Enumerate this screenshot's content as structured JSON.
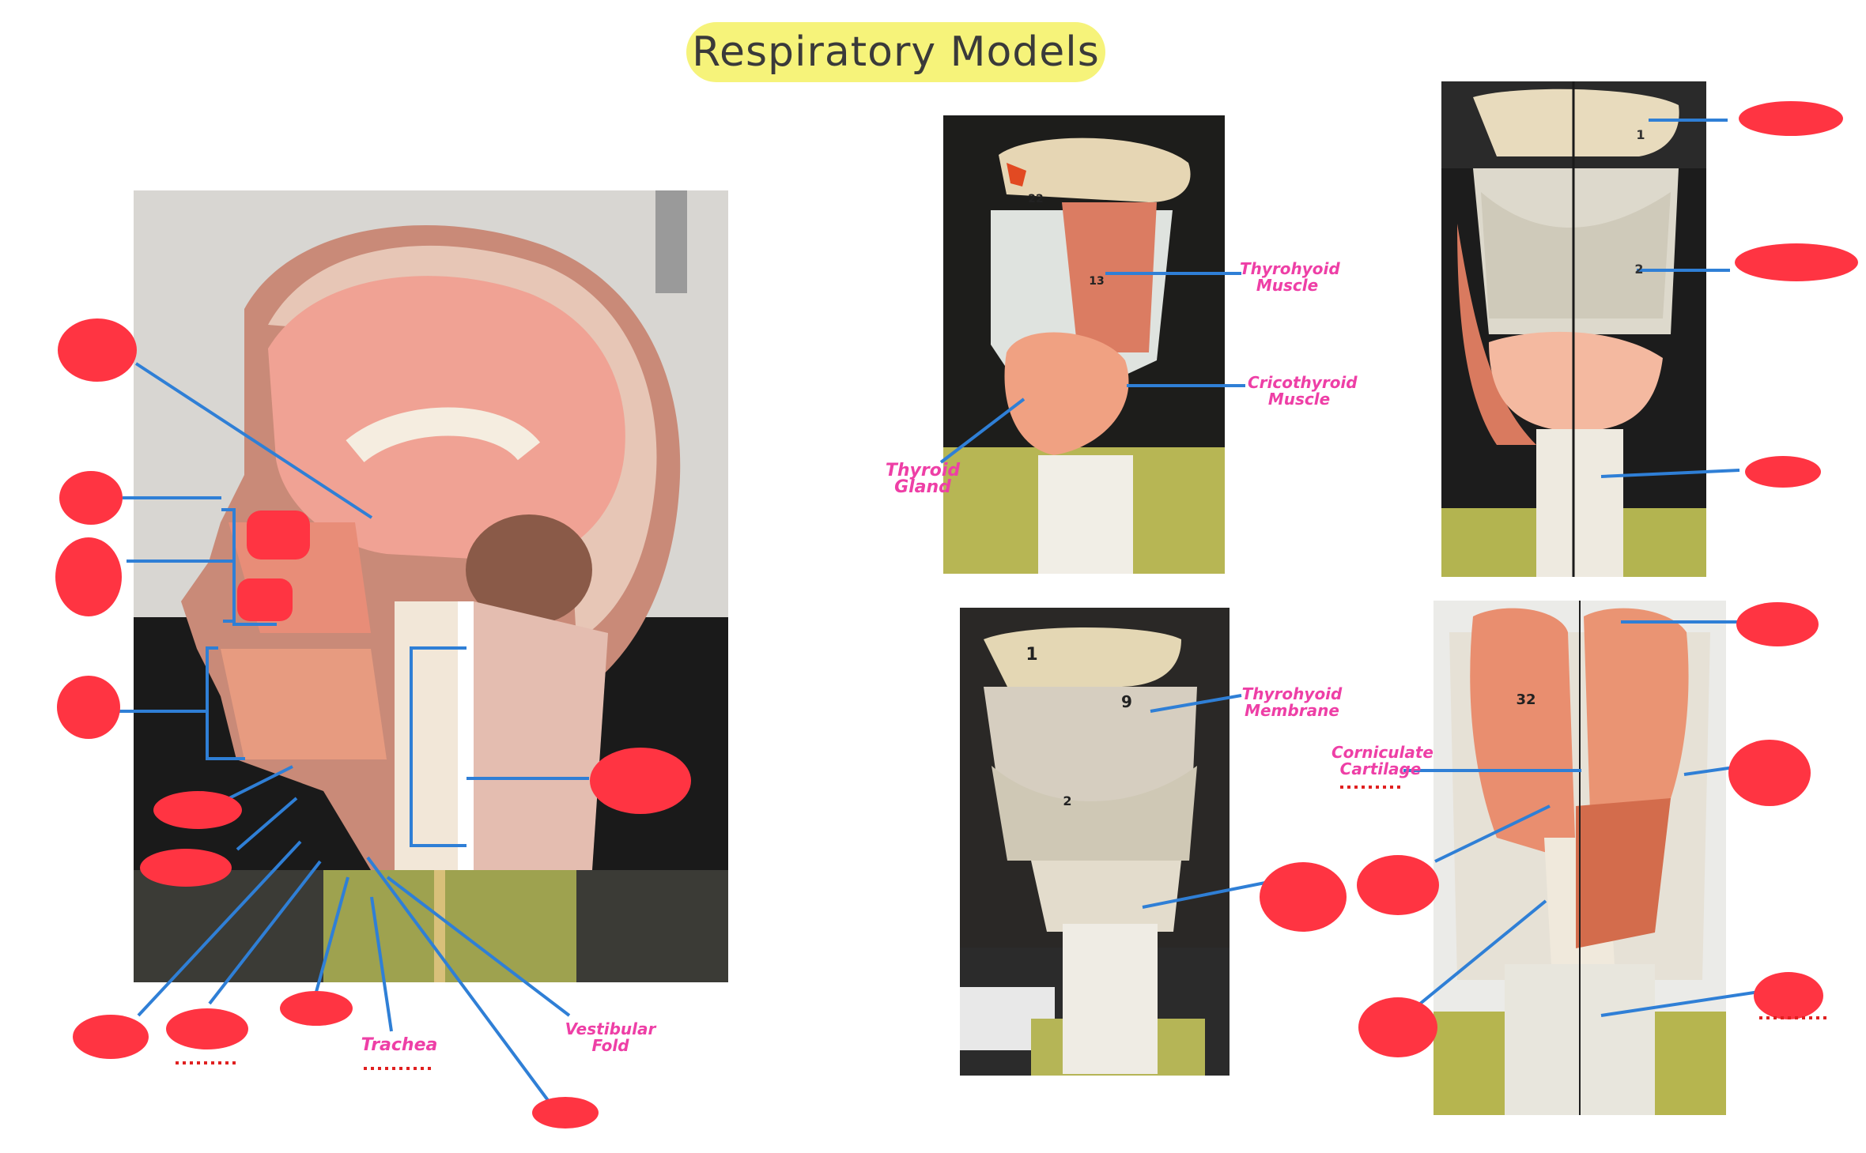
{
  "title": "Respiratory Models",
  "labels": {
    "thyrohyoid_muscle": "Thyrohyoid\nMuscle",
    "cricothyroid_muscle": "Cricothyroid\nMuscle",
    "thyroid_gland": "Thyroid\nGland",
    "thyrohyoid_membrane": "Thyrohyoid\nMembrane",
    "corniculate_cartilage": "Corniculate\nCartilage",
    "trachea": "Trachea",
    "vestibular_fold": "Vestibular\nFold"
  },
  "colors": {
    "title_bg": "#f6f37a",
    "leader_line": "#2f7fd6",
    "label_text": "#ee3fa6",
    "mask_red": "#ff3442",
    "dots_red": "#e02020"
  },
  "model_numbers": {
    "top_middle_muscle": "13",
    "top_middle_artery": "22",
    "top_right_a": "1",
    "top_right_b": "2",
    "bottom_middle_a": "1",
    "bottom_middle_b": "9",
    "bottom_middle_c": "2",
    "bottom_right_a": "32"
  }
}
